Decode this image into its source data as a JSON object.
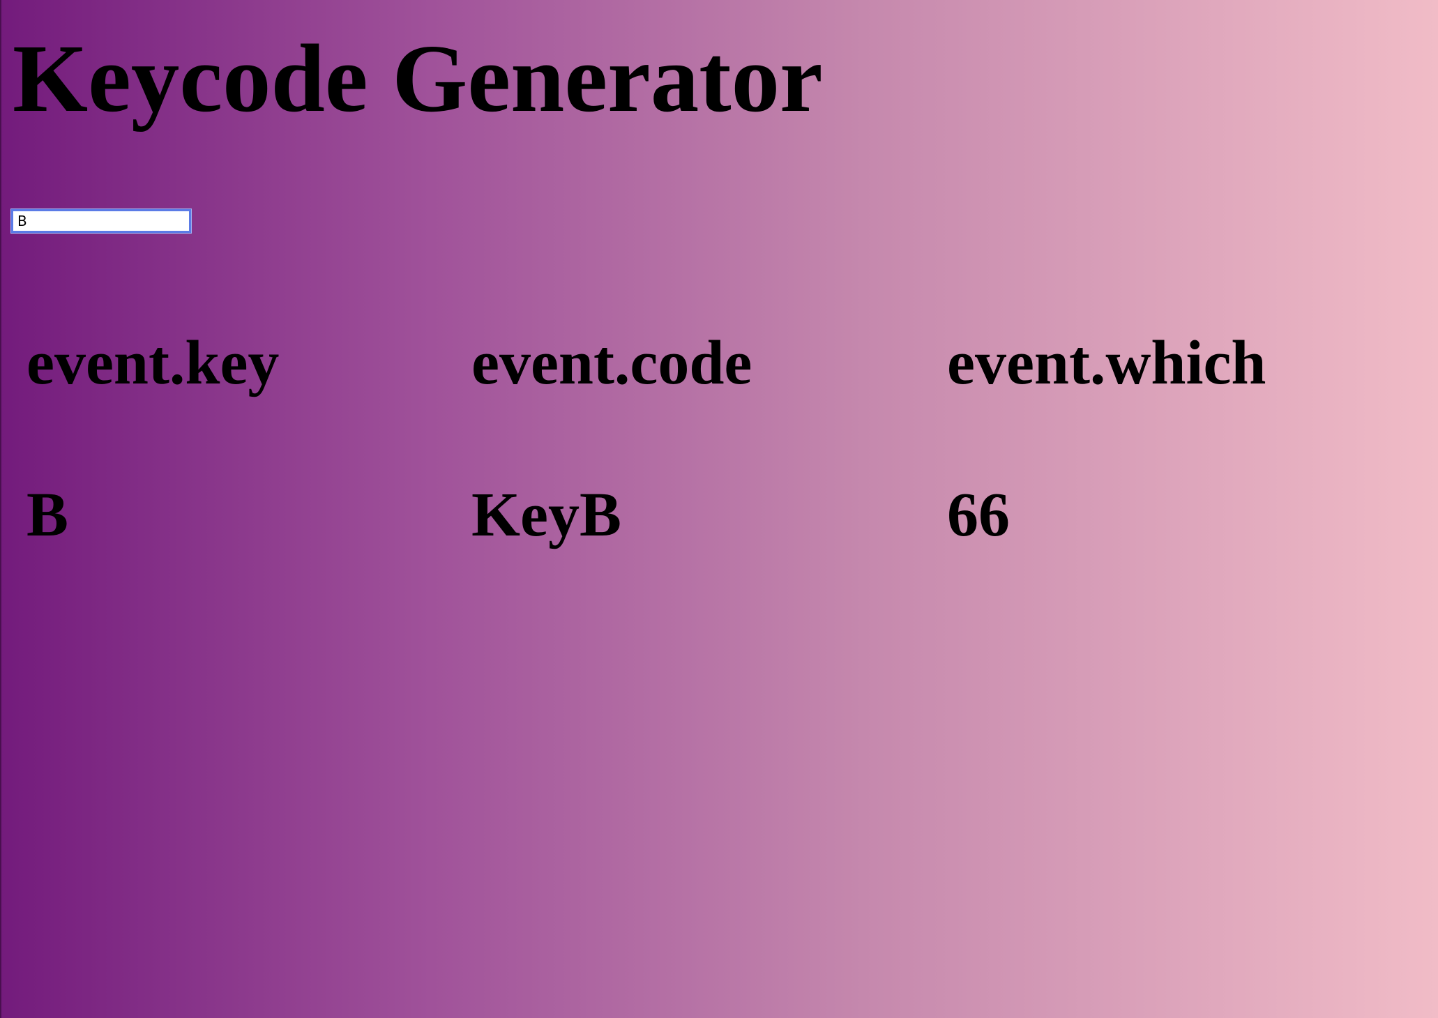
{
  "page": {
    "title": "Keycode Generator",
    "background_colors": [
      "#731b7c",
      "#f1bcc7"
    ]
  },
  "input": {
    "value": "B"
  },
  "columns": [
    {
      "header": "event.key",
      "value": "B"
    },
    {
      "header": "event.code",
      "value": "KeyB"
    },
    {
      "header": "event.which",
      "value": "66"
    }
  ]
}
